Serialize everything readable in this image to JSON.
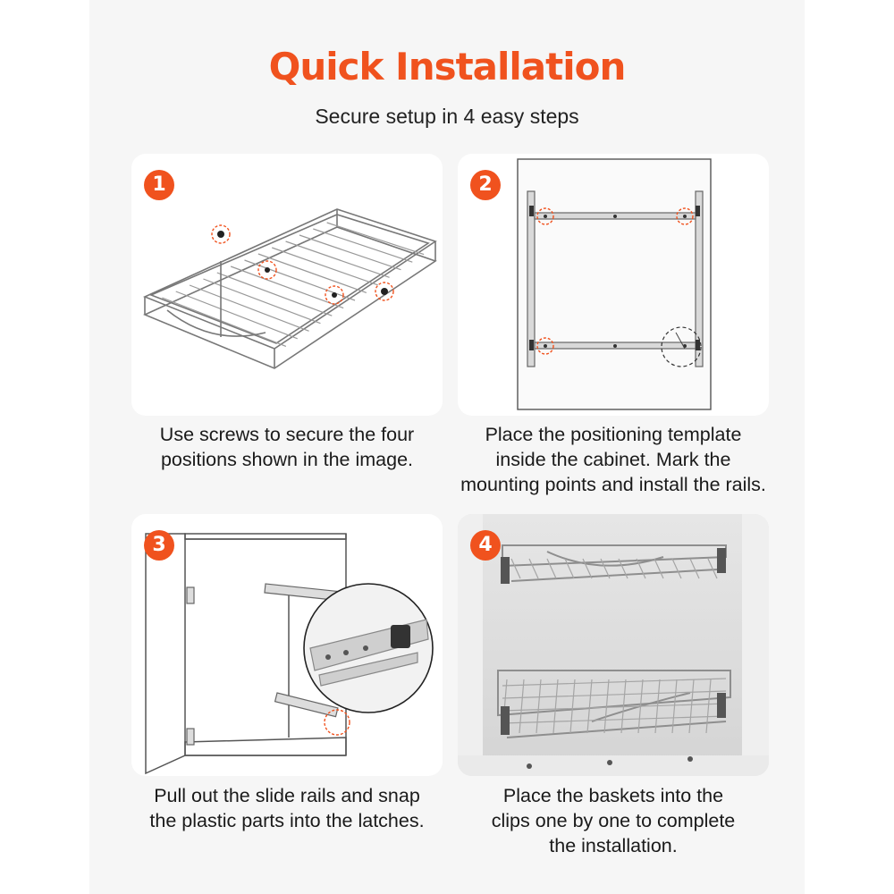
{
  "header": {
    "title": "Quick Installation",
    "subtitle": "Secure setup in 4 easy steps"
  },
  "steps": [
    {
      "number": "1",
      "caption_lines": [
        "Use screws to secure the four",
        "positions shown in the image."
      ]
    },
    {
      "number": "2",
      "caption_lines": [
        "Place the positioning template",
        "inside the cabinet. Mark the",
        "mounting points and install the rails."
      ]
    },
    {
      "number": "3",
      "caption_lines": [
        "Pull out the slide rails and snap",
        "the plastic parts into the latches."
      ]
    },
    {
      "number": "4",
      "caption_lines": [
        "Place the baskets into the",
        "clips one by one to complete",
        "the installation."
      ]
    }
  ],
  "colors": {
    "accent": "#f0521e",
    "background": "#f6f6f6",
    "card": "#ffffff",
    "text": "#1a1a1a"
  }
}
